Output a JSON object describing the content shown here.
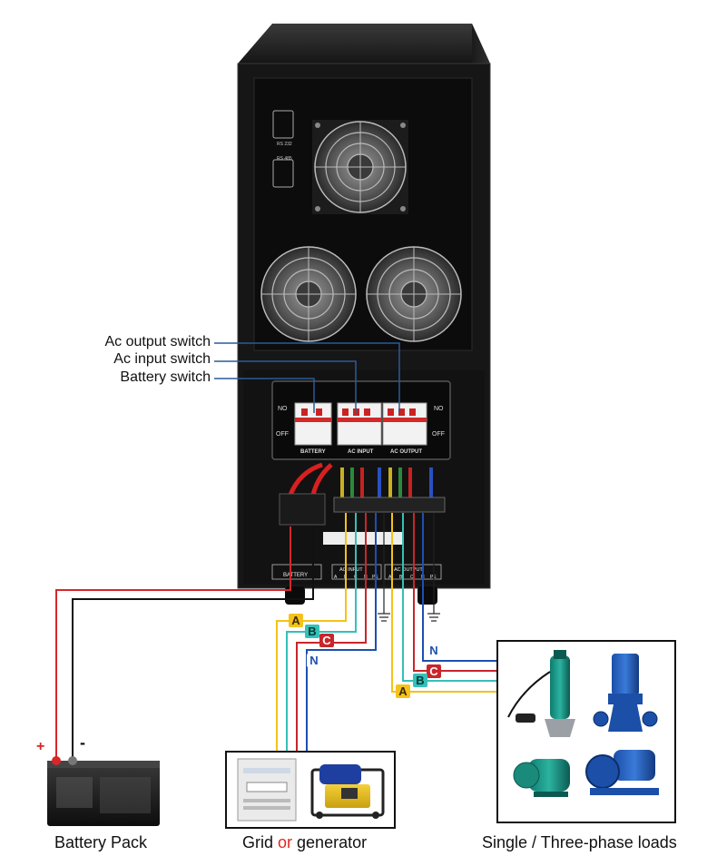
{
  "callouts": {
    "ac_output_switch": "Ac output switch",
    "ac_input_switch": "Ac input switch",
    "battery_switch": "Battery switch"
  },
  "panel": {
    "rs232": "RS 232",
    "rs485": "RS 485",
    "on": "NO",
    "off": "OFF",
    "breaker_battery": "BATTERY",
    "breaker_ac_input": "AC INPUT",
    "breaker_ac_output": "AC OUTPUT",
    "terminal_battery": "BATTERY",
    "terminal_ac_input": "AC INPUT",
    "terminal_ac_output": "AC OUTPUT",
    "terminal_phases": [
      "A",
      "B",
      "C",
      "N",
      "PE"
    ]
  },
  "phases": {
    "a": "A",
    "b": "B",
    "c": "C",
    "n": "N"
  },
  "battery": {
    "plus": "+",
    "minus": "-",
    "caption": "Battery Pack"
  },
  "source": {
    "caption_part1": "Grid ",
    "caption_or": "or",
    "caption_part2": " generator"
  },
  "loads": {
    "caption": "Single / Three-phase loads"
  },
  "colors": {
    "phase_a": "#f4c21a",
    "phase_b": "#35c0b8",
    "phase_c": "#c8262b",
    "neutral": "#1e4fb0",
    "battery_positive": "#d8262b",
    "battery_negative": "#111111",
    "callout_line": "#2a5a9a",
    "or_text": "#e0261c"
  }
}
